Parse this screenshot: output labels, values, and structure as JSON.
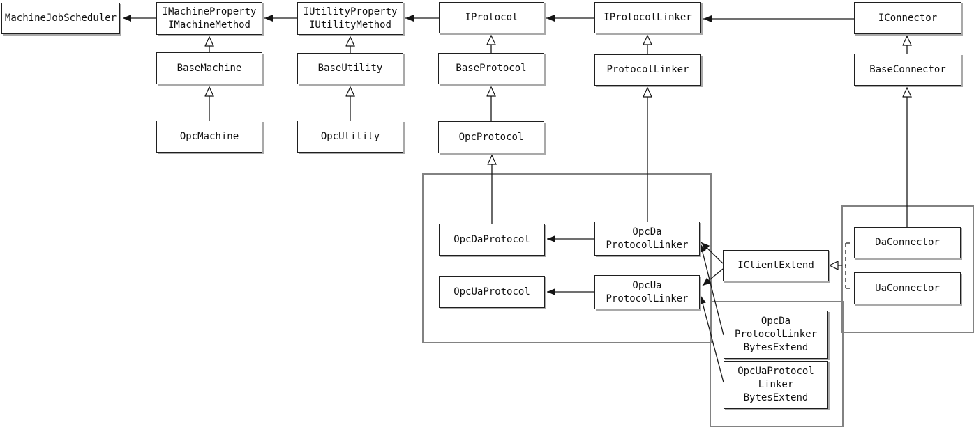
{
  "diagram": {
    "type": "uml-class-diagram",
    "colors": {
      "background": "#ffffff",
      "line": "#1a1a1a",
      "box_border": "#1f1f1f",
      "box_background": "#ffffff",
      "box_shadow": "#a9a9a9",
      "group_border": "#828282"
    },
    "nodes": {
      "machine_job_scheduler": {
        "label": "MachineJobScheduler"
      },
      "i_machine": {
        "label": "IMachineProperty\nIMachineMethod"
      },
      "i_utility": {
        "label": "IUtilityProperty\nIUtilityMethod"
      },
      "i_protocol": {
        "label": "IProtocol"
      },
      "i_protocol_linker": {
        "label": "IProtocolLinker"
      },
      "i_connector": {
        "label": "IConnector"
      },
      "base_machine": {
        "label": "BaseMachine"
      },
      "base_utility": {
        "label": "BaseUtility"
      },
      "base_protocol": {
        "label": "BaseProtocol"
      },
      "protocol_linker": {
        "label": "ProtocolLinker"
      },
      "base_connector": {
        "label": "BaseConnector"
      },
      "opc_machine": {
        "label": "OpcMachine"
      },
      "opc_utility": {
        "label": "OpcUtility"
      },
      "opc_protocol": {
        "label": "OpcProtocol"
      },
      "opc_da_protocol": {
        "label": "OpcDaProtocol"
      },
      "opc_ua_protocol": {
        "label": "OpcUaProtocol"
      },
      "opc_da_protocol_linker": {
        "label": "OpcDa\nProtocolLinker"
      },
      "opc_ua_protocol_linker": {
        "label": "OpcUa\nProtocolLinker"
      },
      "i_client_extend": {
        "label": "IClientExtend"
      },
      "da_connector": {
        "label": "DaConnector"
      },
      "ua_connector": {
        "label": "UaConnector"
      },
      "opc_da_bytes_extend": {
        "label": "OpcDa\nProtocolLinker\nBytesExtend"
      },
      "opc_ua_bytes_extend": {
        "label": "OpcUaProtocol\nLinker\nBytesExtend"
      }
    },
    "edges": [
      {
        "from": "i_machine",
        "to": "machine_job_scheduler",
        "type": "arrow-filled"
      },
      {
        "from": "i_utility",
        "to": "i_machine",
        "type": "arrow-filled"
      },
      {
        "from": "i_protocol",
        "to": "i_utility",
        "type": "arrow-filled"
      },
      {
        "from": "i_protocol_linker",
        "to": "i_protocol",
        "type": "arrow-filled"
      },
      {
        "from": "i_connector",
        "to": "i_protocol_linker",
        "type": "arrow-filled"
      },
      {
        "from": "base_machine",
        "to": "i_machine",
        "type": "generalization"
      },
      {
        "from": "opc_machine",
        "to": "base_machine",
        "type": "generalization"
      },
      {
        "from": "base_utility",
        "to": "i_utility",
        "type": "generalization"
      },
      {
        "from": "opc_utility",
        "to": "base_utility",
        "type": "generalization"
      },
      {
        "from": "base_protocol",
        "to": "i_protocol",
        "type": "generalization"
      },
      {
        "from": "opc_protocol",
        "to": "base_protocol",
        "type": "generalization"
      },
      {
        "from": "opc_da_protocol",
        "to": "opc_protocol",
        "type": "generalization"
      },
      {
        "from": "protocol_linker",
        "to": "i_protocol_linker",
        "type": "generalization"
      },
      {
        "from": "opc_da_protocol_linker",
        "to": "protocol_linker",
        "type": "generalization"
      },
      {
        "from": "base_connector",
        "to": "i_connector",
        "type": "generalization"
      },
      {
        "from": "da_connector",
        "to": "base_connector",
        "type": "generalization"
      },
      {
        "from": "opc_da_protocol_linker",
        "to": "opc_da_protocol",
        "type": "arrow-filled"
      },
      {
        "from": "opc_ua_protocol_linker",
        "to": "opc_ua_protocol",
        "type": "arrow-filled"
      },
      {
        "from": "i_client_extend",
        "to": "opc_da_protocol_linker",
        "type": "arrow-filled"
      },
      {
        "from": "i_client_extend",
        "to": "opc_ua_protocol_linker",
        "type": "arrow-filled"
      },
      {
        "from": "opc_da_bytes_extend",
        "to": "opc_da_protocol_linker",
        "type": "arrow-filled"
      },
      {
        "from": "opc_ua_bytes_extend",
        "to": "opc_ua_protocol_linker",
        "type": "arrow-filled"
      },
      {
        "from": "da_connector",
        "to": "i_client_extend",
        "type": "realization-dashed"
      },
      {
        "from": "ua_connector",
        "to": "i_client_extend",
        "type": "realization-dashed"
      }
    ]
  }
}
